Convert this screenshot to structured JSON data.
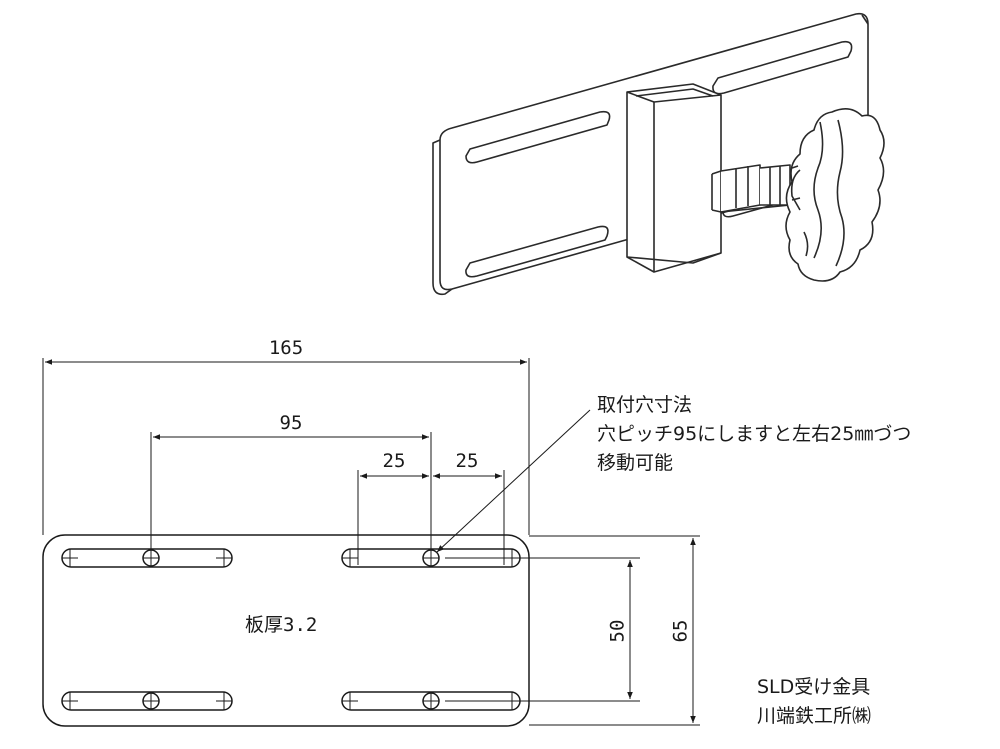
{
  "dimensions": {
    "overall_width": "165",
    "hole_pitch": "95",
    "slot_travel_left": "25",
    "slot_travel_right": "25",
    "slot_spacing": "50",
    "overall_height": "65"
  },
  "plate_thickness_label": "板厚3.2",
  "note": {
    "line1": "取付穴寸法",
    "line2": "穴ピッチ95にしますと左右25㎜づつ",
    "line3": "移動可能"
  },
  "product": {
    "name": "SLD受け金具",
    "maker": "川端鉄工所㈱"
  }
}
